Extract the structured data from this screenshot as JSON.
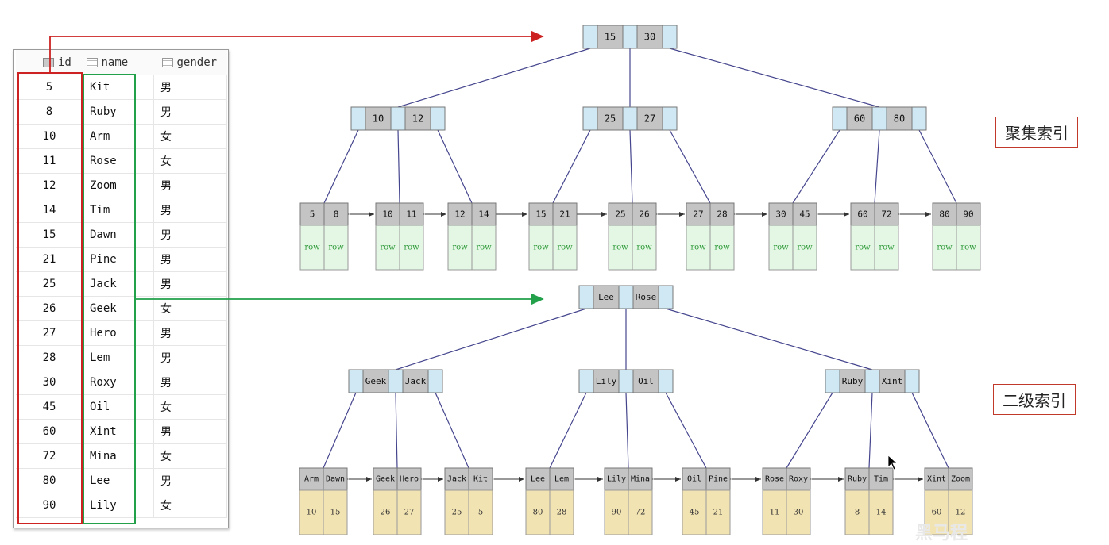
{
  "table": {
    "headers": {
      "id": "id",
      "name": "name",
      "gender": "gender"
    },
    "rows": [
      {
        "id": "5",
        "name": "Kit",
        "gender": "男"
      },
      {
        "id": "8",
        "name": "Ruby",
        "gender": "男"
      },
      {
        "id": "10",
        "name": "Arm",
        "gender": "女"
      },
      {
        "id": "11",
        "name": "Rose",
        "gender": "女"
      },
      {
        "id": "12",
        "name": "Zoom",
        "gender": "男"
      },
      {
        "id": "14",
        "name": "Tim",
        "gender": "男"
      },
      {
        "id": "15",
        "name": "Dawn",
        "gender": "男"
      },
      {
        "id": "21",
        "name": "Pine",
        "gender": "男"
      },
      {
        "id": "25",
        "name": "Jack",
        "gender": "男"
      },
      {
        "id": "26",
        "name": "Geek",
        "gender": "女"
      },
      {
        "id": "27",
        "name": "Hero",
        "gender": "男"
      },
      {
        "id": "28",
        "name": "Lem",
        "gender": "男"
      },
      {
        "id": "30",
        "name": "Roxy",
        "gender": "男"
      },
      {
        "id": "45",
        "name": "Oil",
        "gender": "女"
      },
      {
        "id": "60",
        "name": "Xint",
        "gender": "男"
      },
      {
        "id": "72",
        "name": "Mina",
        "gender": "女"
      },
      {
        "id": "80",
        "name": "Lee",
        "gender": "男"
      },
      {
        "id": "90",
        "name": "Lily",
        "gender": "女"
      }
    ]
  },
  "labels": {
    "clustered": "聚集索引",
    "secondary": "二级索引",
    "watermark": "黑马程"
  },
  "clustered_tree": {
    "root": [
      "15",
      "30"
    ],
    "internal": [
      [
        "10",
        "12"
      ],
      [
        "25",
        "27"
      ],
      [
        "60",
        "80"
      ]
    ],
    "leaves": [
      {
        "keys": [
          "5",
          "8"
        ],
        "data": [
          "row",
          "row"
        ]
      },
      {
        "keys": [
          "10",
          "11"
        ],
        "data": [
          "row",
          "row"
        ]
      },
      {
        "keys": [
          "12",
          "14"
        ],
        "data": [
          "row",
          "row"
        ]
      },
      {
        "keys": [
          "15",
          "21"
        ],
        "data": [
          "row",
          "row"
        ]
      },
      {
        "keys": [
          "25",
          "26"
        ],
        "data": [
          "row",
          "row"
        ]
      },
      {
        "keys": [
          "27",
          "28"
        ],
        "data": [
          "row",
          "row"
        ]
      },
      {
        "keys": [
          "30",
          "45"
        ],
        "data": [
          "row",
          "row"
        ]
      },
      {
        "keys": [
          "60",
          "72"
        ],
        "data": [
          "row",
          "row"
        ]
      },
      {
        "keys": [
          "80",
          "90"
        ],
        "data": [
          "row",
          "row"
        ]
      }
    ]
  },
  "secondary_tree": {
    "root": [
      "Lee",
      "Rose"
    ],
    "internal": [
      [
        "Geek",
        "Jack"
      ],
      [
        "Lily",
        "Oil"
      ],
      [
        "Ruby",
        "Xint"
      ]
    ],
    "leaves": [
      {
        "keys": [
          "Arm",
          "Dawn"
        ],
        "data": [
          "10",
          "15"
        ]
      },
      {
        "keys": [
          "Geek",
          "Hero"
        ],
        "data": [
          "26",
          "27"
        ]
      },
      {
        "keys": [
          "Jack",
          "Kit"
        ],
        "data": [
          "25",
          "5"
        ]
      },
      {
        "keys": [
          "Lee",
          "Lem"
        ],
        "data": [
          "80",
          "28"
        ]
      },
      {
        "keys": [
          "Lily",
          "Mina"
        ],
        "data": [
          "90",
          "72"
        ]
      },
      {
        "keys": [
          "Oil",
          "Pine"
        ],
        "data": [
          "45",
          "21"
        ]
      },
      {
        "keys": [
          "Rose",
          "Roxy"
        ],
        "data": [
          "11",
          "30"
        ]
      },
      {
        "keys": [
          "Ruby",
          "Tim"
        ],
        "data": [
          "8",
          "14"
        ]
      },
      {
        "keys": [
          "Xint",
          "Zoom"
        ],
        "data": [
          "60",
          "12"
        ]
      }
    ]
  },
  "colors": {
    "ptr_cell": "#cfe8f3",
    "key_cell": "#c4c4c4",
    "row_cell": "#e4f7e4",
    "data_cell": "#f2e3b3",
    "edge": "#45458e",
    "arrow_red": "#cc2222",
    "arrow_green": "#22a04a",
    "label_border": "#c0392b"
  }
}
